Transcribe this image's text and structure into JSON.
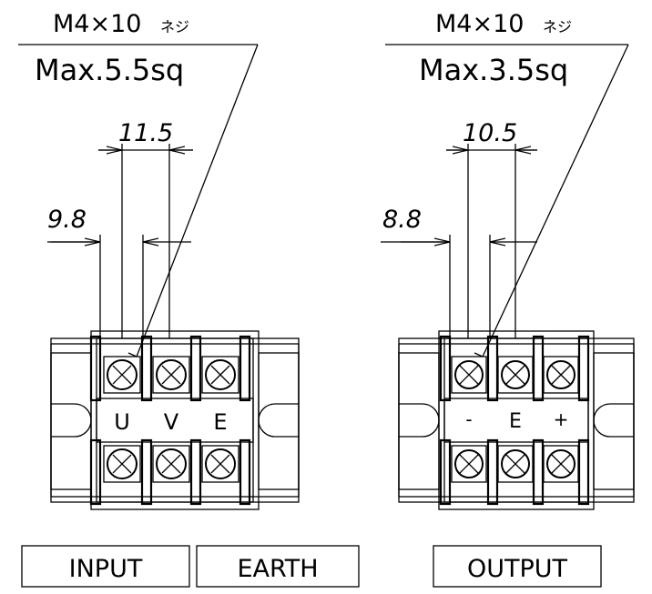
{
  "input_block": {
    "screw_spec": "M4×10",
    "screw_spec_suffix": "ネジ",
    "wire_max": "Max.5.5sq",
    "dim_pitch": "11.5",
    "dim_inner": "9.8",
    "terminal_labels": [
      "U",
      "V",
      "E"
    ]
  },
  "output_block": {
    "screw_spec": "M4×10",
    "screw_spec_suffix": "ネジ",
    "wire_max": "Max.3.5sq",
    "dim_pitch": "10.5",
    "dim_inner": "8.8",
    "terminal_labels": [
      "-",
      "E",
      "+"
    ]
  },
  "legend_boxes": [
    "INPUT",
    "EARTH",
    "OUTPUT"
  ]
}
